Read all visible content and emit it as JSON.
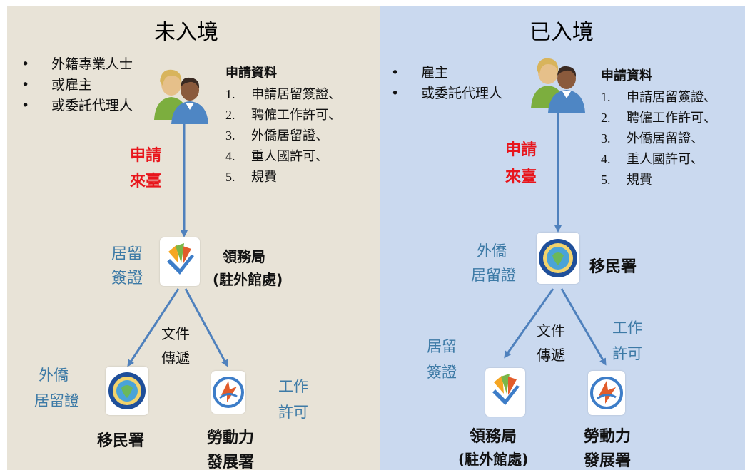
{
  "left": {
    "title": "未入境",
    "bullets": [
      "外籍專業人士",
      "或雇主",
      "或委託代理人"
    ],
    "docs_heading": "申請資料",
    "docs": [
      "申請居留簽證、",
      "聘僱工作許可、",
      "外僑居留證、",
      "重人國許可、",
      "規費"
    ],
    "apply_1": "申請",
    "apply_2": "來臺",
    "visa_label_1": "居留",
    "visa_label_2": "簽證",
    "consulate_1": "領務局",
    "consulate_2": "(駐外館處)",
    "doc_transfer_1": "文件",
    "doc_transfer_2": "傳遞",
    "arc_label_1": "外僑",
    "arc_label_2": "居留證",
    "work_label_1": "工作",
    "work_label_2": "許可",
    "immigration": "移民署",
    "labor_1": "勞動力",
    "labor_2": "發展署"
  },
  "right": {
    "title": "已入境",
    "bullets": [
      "雇主",
      "或委託代理人"
    ],
    "docs_heading": "申請資料",
    "docs": [
      "申請居留簽證、",
      "聘僱工作許可、",
      "外僑居留證、",
      "重人國許可、",
      "規費"
    ],
    "apply_1": "申請",
    "apply_2": "來臺",
    "arc_label_1": "外僑",
    "arc_label_2": "居留證",
    "immigration": "移民署",
    "doc_transfer_1": "文件",
    "doc_transfer_2": "傳遞",
    "visa_label_1": "居留",
    "visa_label_2": "簽證",
    "work_label_1": "工作",
    "work_label_2": "許可",
    "consulate_1": "領務局",
    "consulate_2": "(駐外館處)",
    "labor_1": "勞動力",
    "labor_2": "發展署"
  },
  "colors": {
    "left_bg": "#e8e3d7",
    "right_bg": "#cad9ef",
    "arrow": "#4f81bd",
    "red_text": "#e8161c",
    "teal_text": "#3d7aa6"
  },
  "icons": {
    "people": "people-icon",
    "consulate": "consular-affairs-logo-icon",
    "immigration": "immigration-agency-seal-icon",
    "labor": "workforce-agency-logo-icon"
  }
}
